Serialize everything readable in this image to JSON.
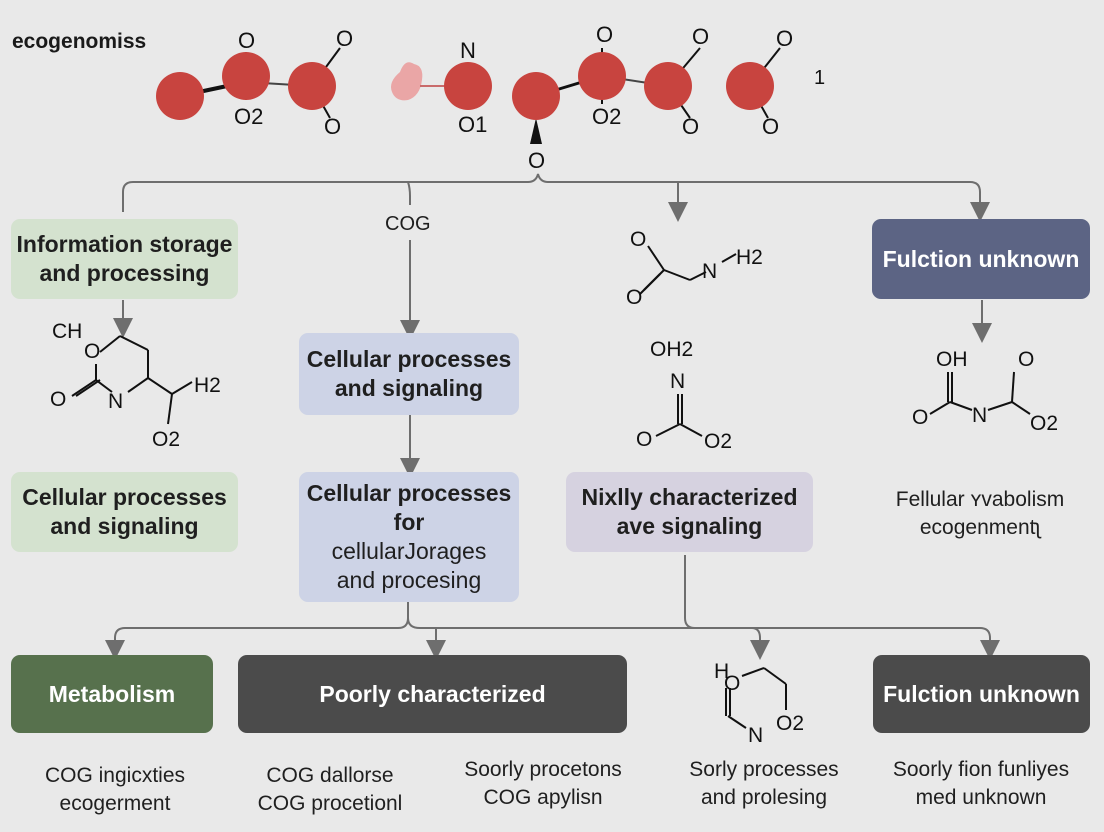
{
  "title": "ecogenomiss",
  "molecule_labels": {
    "a_top": "O",
    "a_bottom": "O2",
    "b_top": "O",
    "b_bottom": "O",
    "n_label": "N",
    "o1_label": "O1",
    "o_pivot": "O",
    "c_top": "O",
    "c_bottom": "O2",
    "d_top": "O",
    "d_bottom": "O",
    "e_top": "O",
    "e_bottom": "O",
    "number": "1"
  },
  "cog_label": "COG",
  "boxes": {
    "info_storage": {
      "line1": "Information storage",
      "line2": "and processing"
    },
    "function_unknown_top": {
      "line1": "Fulction unknown"
    },
    "cellular_mid": {
      "line1": "Cellular processes",
      "line2": "and signaling"
    },
    "cellular_left": {
      "line1": "Cellular processes",
      "line2": "and signaling"
    },
    "cellular_for": {
      "line1": "Cellular processes",
      "line2": "for",
      "line3": "cellularJorages",
      "line4": "and procesing"
    },
    "nixlly": {
      "line1": "Nixlly characterized",
      "line2": "ave signaling"
    },
    "metabolism": {
      "line1": "Metabolism"
    },
    "poorly": {
      "line1": "Poorly characterized"
    },
    "function_unknown_bottom": {
      "line1": "Fulction unknown"
    }
  },
  "struct_left": {
    "ch": "CH",
    "o_ring": "O",
    "o_left": "O",
    "n": "N",
    "h2": "H2",
    "o2": "O2"
  },
  "struct_amide": {
    "o": "O",
    "nh": "N",
    "h2": "H2"
  },
  "struct_nitro": {
    "oh2": "OH2",
    "n": "N",
    "o": "O",
    "o2": "O2"
  },
  "struct_right": {
    "oh": "OH",
    "o_small": "O",
    "o_left": "O",
    "n": "N",
    "o2": "O2"
  },
  "struct_ring_bottom": {
    "h": "H",
    "o": "O",
    "n": "N",
    "o2": "O2"
  },
  "right_caption": {
    "line1": "Fellular ʏvabolism",
    "line2": "ecogenmentʅ"
  },
  "captions": [
    {
      "line1": "COG ingicxties",
      "line2": "ecogerment"
    },
    {
      "line1": "COG dallorse",
      "line2": "COG procetionl"
    },
    {
      "line1": "Soorly procetons",
      "line2": "COG apylisn"
    },
    {
      "line1": "Sorly processes",
      "line2": "and prolesing"
    },
    {
      "line1": "Soorly fion funliyes",
      "line2": "med unknown"
    }
  ],
  "colors": {
    "atom_red": "#c8443f",
    "connector": "#6e6e6e",
    "green_light": "#d4e2cf",
    "blue_light": "#cdd3e6",
    "slate": "#5c6484",
    "green_dark": "#57714d",
    "gray_dark": "#4b4b4b"
  }
}
